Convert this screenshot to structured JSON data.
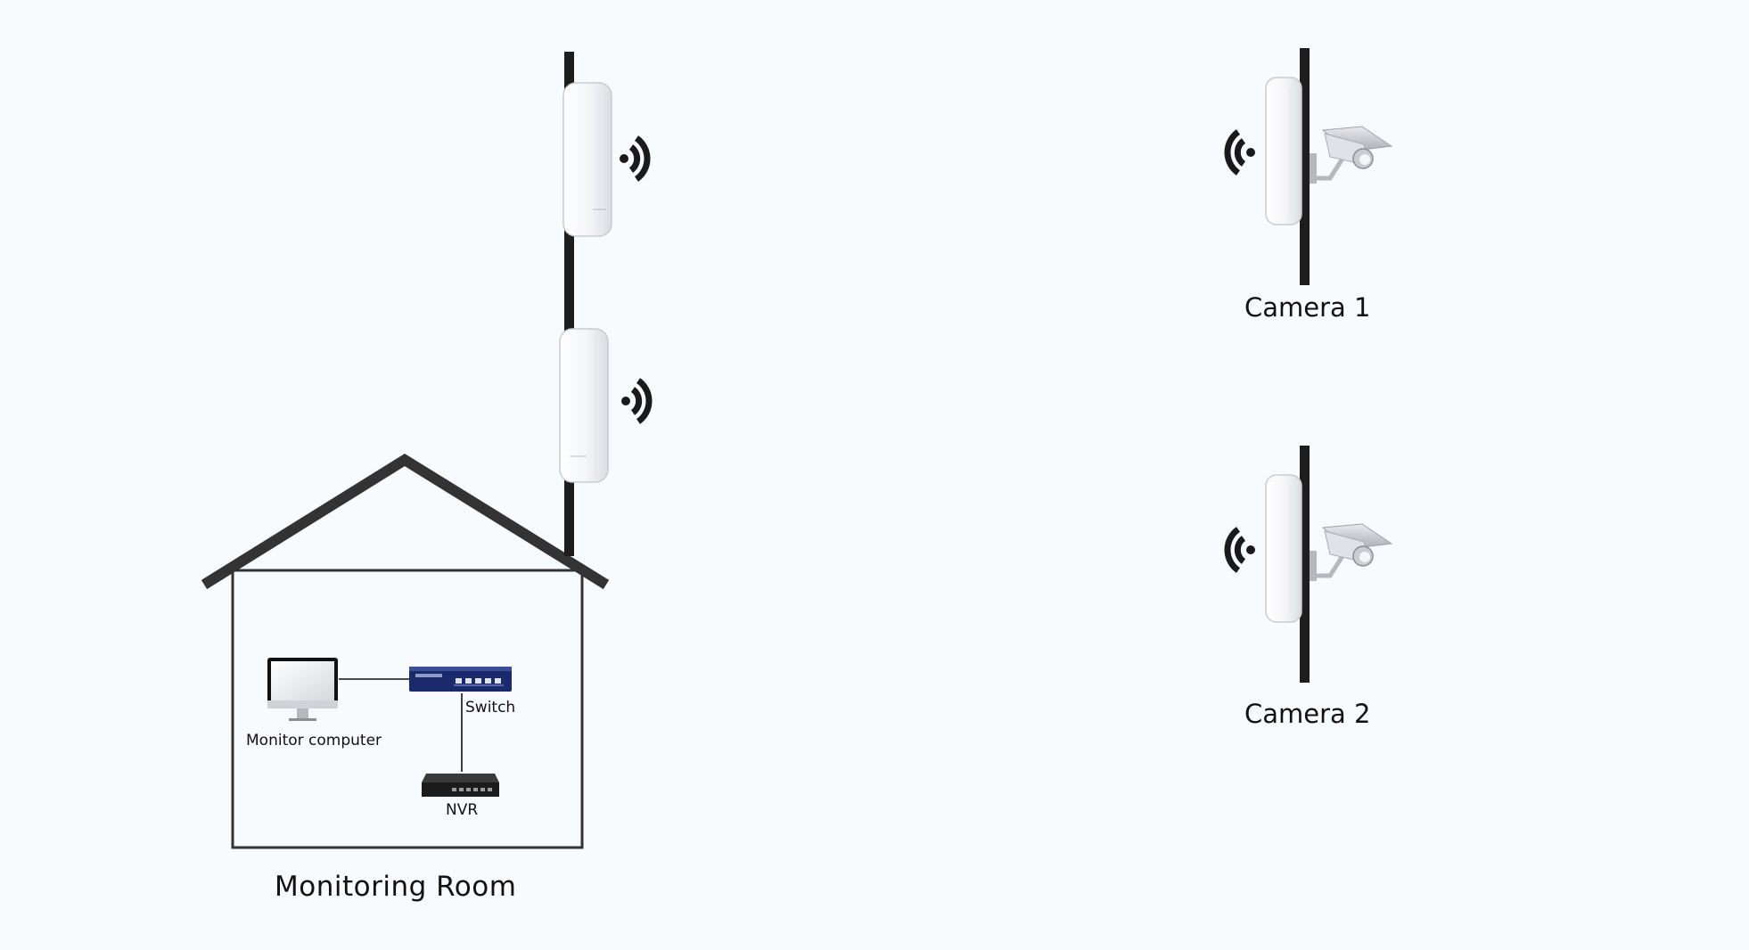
{
  "labels": {
    "room": "Monitoring Room",
    "monitor": "Monitor computer",
    "switch": "Switch",
    "nvr": "NVR",
    "camera1": "Camera 1",
    "camera2": "Camera 2"
  },
  "colors": {
    "background": "#f8fbfe",
    "line": "#333333",
    "pole": "#1e1e1e",
    "cpe_body": "#f4f5f7",
    "switch_body": "#1b2a6b",
    "nvr_body": "#1c1c1c"
  }
}
